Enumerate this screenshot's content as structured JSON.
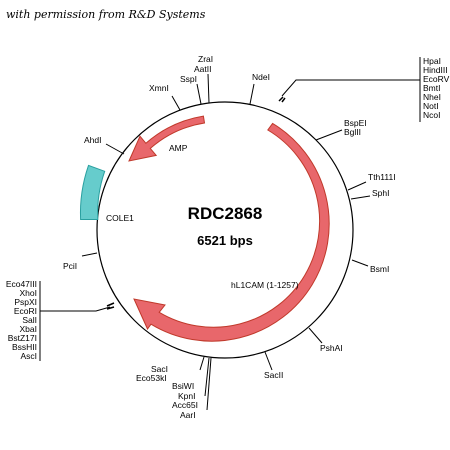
{
  "credit": "with permission from R&D Systems",
  "plasmid": {
    "name": "RDC2868",
    "size_label": "6521 bps",
    "backbone_color": "#000000",
    "features": [
      {
        "key": "amp",
        "label": "AMP",
        "color": "#e8676b",
        "stroke": "#c0392b",
        "type": "arrow"
      },
      {
        "key": "hl1cam",
        "label": "hL1CAM (1-1257)",
        "color": "#e8676b",
        "stroke": "#c0392b",
        "type": "arrow"
      },
      {
        "key": "cole1",
        "label": "COLE1",
        "color": "#66cccc",
        "stroke": "#2aa0a0",
        "type": "box"
      }
    ]
  },
  "sites": {
    "zral": "ZraI",
    "aatii": "AatII",
    "sspi": "SspI",
    "xmni": "XmnI",
    "ndei": "NdeI",
    "ahdi": "AhdI",
    "pcii": "PciI",
    "bspei": "BspEI",
    "bglii": "BglII",
    "tth111i": "Tth111I",
    "sphi": "SphI",
    "bsmi": "BsmI",
    "pshai": "PshAI",
    "sacii": "SacII",
    "saci": "SacI",
    "eco53ki": "Eco53kI",
    "bsiwi": "BsiWI",
    "kpni": "KpnI",
    "acc65i": "Acc65I",
    "aari": "AarI",
    "mcs_right": [
      "HpaI",
      "HindIII",
      "EcoRV",
      "BmtI",
      "NheI",
      "NotI",
      "NcoI"
    ],
    "mcs_left": [
      "Eco47III",
      "XhoI",
      "PspXI",
      "EcoRI",
      "SalI",
      "XbaI",
      "BstZ17I",
      "BssHII",
      "AscI"
    ]
  }
}
